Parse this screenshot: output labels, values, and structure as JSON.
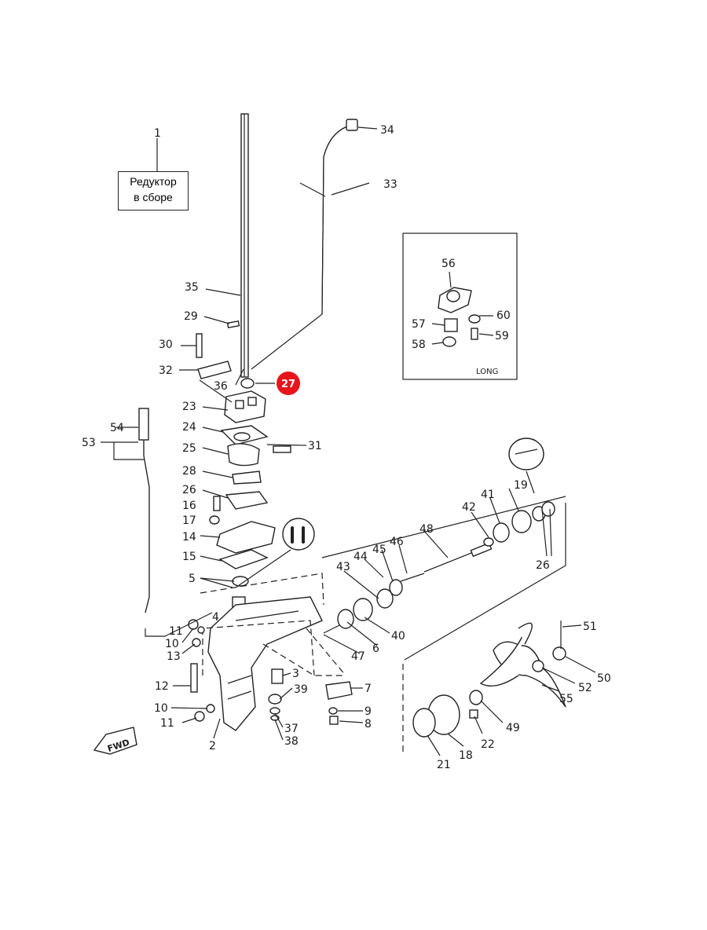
{
  "assembly_label": {
    "line1": "Редуктор",
    "line2": "в сборе"
  },
  "highlight_callout": {
    "number": "27",
    "color": "#e8141c"
  },
  "callouts": {
    "c1": "1",
    "c2": "2",
    "c3": "3",
    "c4": "4",
    "c5": "5",
    "c6": "6",
    "c7": "7",
    "c8": "8",
    "c9": "9",
    "c10a": "10",
    "c10b": "10",
    "c11a": "11",
    "c11b": "11",
    "c12": "12",
    "c13": "13",
    "c14": "14",
    "c15": "15",
    "c16": "16",
    "c17": "17",
    "c18": "18",
    "c19": "19",
    "c21": "21",
    "c22": "22",
    "c23": "23",
    "c24": "24",
    "c25": "25",
    "c26a": "26",
    "c26b": "26",
    "c28": "28",
    "c29": "29",
    "c30": "30",
    "c31": "31",
    "c32": "32",
    "c33": "33",
    "c34": "34",
    "c35": "35",
    "c36": "36",
    "c37": "37",
    "c38": "38",
    "c39": "39",
    "c40": "40",
    "c41": "41",
    "c42": "42",
    "c43": "43",
    "c44": "44",
    "c45": "45",
    "c46": "46",
    "c47": "47",
    "c48": "48",
    "c49": "49",
    "c50": "50",
    "c51": "51",
    "c52": "52",
    "c53": "53",
    "c54": "54",
    "c55": "55",
    "c56": "56",
    "c57": "57",
    "c58": "58",
    "c59": "59",
    "c60": "60"
  },
  "inset_caption": "LONG",
  "direction_badge": "FWD",
  "colors": {
    "ink": "#222222",
    "accent": "#e8141c"
  }
}
